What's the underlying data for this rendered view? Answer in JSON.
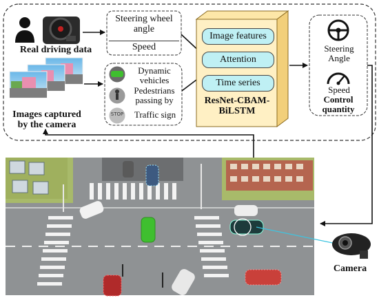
{
  "inputs": {
    "real_driving_label": "Real driving data",
    "camera_images_label": "Images captured by the camera",
    "steering_wheel_angle": "Steering wheel angle",
    "speed": "Speed",
    "dynamic_vehicles": "Dynamic vehicles",
    "pedestrians": "Pedestrians passing by",
    "traffic_sign": "Traffic sign",
    "traffic_sign_badge": "STOP"
  },
  "model": {
    "features": [
      "Image features",
      "Attention",
      "Time series"
    ],
    "name": "ResNet-CBAM-BiLSTM"
  },
  "outputs": {
    "steering_angle": "Steering Angle",
    "speed": "Speed",
    "control_quantity": "Control quantity"
  },
  "scene": {
    "camera_label": "Camera"
  },
  "colors": {
    "model_box": "#fff0c4",
    "pill": "#bff0f4",
    "road": "#8f9294",
    "grass": "#a8ba6a",
    "green_car": "#3fbf2f",
    "red_car": "#b02a2a",
    "camera_link": "#3ec4e0"
  }
}
